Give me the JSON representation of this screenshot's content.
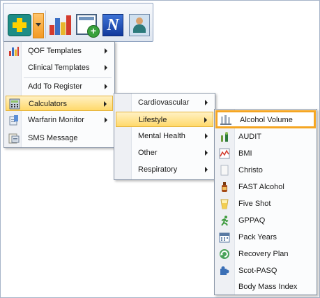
{
  "toolbar": {
    "buttons": [
      {
        "name": "add-consultation-button",
        "icon": "add-icon"
      },
      {
        "name": "add-dropdown-button",
        "icon": "chevron-down-icon"
      },
      {
        "name": "charts-button",
        "icon": "bar-chart-icon"
      },
      {
        "name": "new-template-button",
        "icon": "form-add-icon"
      },
      {
        "name": "n-button",
        "icon": "n-logo-icon"
      },
      {
        "name": "patient-details-button",
        "icon": "person-icon"
      }
    ]
  },
  "main_menu": {
    "items": [
      {
        "label": "QOF Templates",
        "icon": "bar-chart-icon",
        "submenu": true
      },
      {
        "label": "Clinical Templates",
        "icon": "",
        "submenu": true
      },
      {
        "label": "Add To Register",
        "icon": "",
        "submenu": true
      },
      {
        "label": "Calculators",
        "icon": "calculator-icon",
        "submenu": true,
        "highlighted": true
      },
      {
        "label": "Warfarin Monitor",
        "icon": "warfarin-icon",
        "submenu": true
      },
      {
        "label": "SMS Message",
        "icon": "sms-icon",
        "submenu": false
      }
    ]
  },
  "calculators_menu": {
    "items": [
      {
        "label": "Cardiovascular",
        "submenu": true
      },
      {
        "label": "Lifestyle",
        "submenu": true,
        "highlighted": true
      },
      {
        "label": "Mental Health",
        "submenu": true
      },
      {
        "label": "Other",
        "submenu": true
      },
      {
        "label": "Respiratory",
        "submenu": true
      }
    ]
  },
  "lifestyle_menu": {
    "items": [
      {
        "label": "Alcohol Volume",
        "icon": "alcohol-volume-icon",
        "selected": true
      },
      {
        "label": "AUDIT",
        "icon": "audit-icon"
      },
      {
        "label": "BMI",
        "icon": "bmi-chart-icon"
      },
      {
        "label": "Christo",
        "icon": "document-icon"
      },
      {
        "label": "FAST Alcohol",
        "icon": "bottle-icon"
      },
      {
        "label": "Five Shot",
        "icon": "glass-icon"
      },
      {
        "label": "GPPAQ",
        "icon": "activity-icon"
      },
      {
        "label": "Pack Years",
        "icon": "calendar-icon"
      },
      {
        "label": "Recovery Plan",
        "icon": "recovery-icon"
      },
      {
        "label": "Scot-PASQ",
        "icon": "puzzle-icon"
      },
      {
        "label": "Body Mass Index",
        "icon": ""
      }
    ]
  },
  "colors": {
    "highlight": "#ffd96b",
    "selection_border": "#f5a623",
    "add_button": "#1d8d86"
  }
}
